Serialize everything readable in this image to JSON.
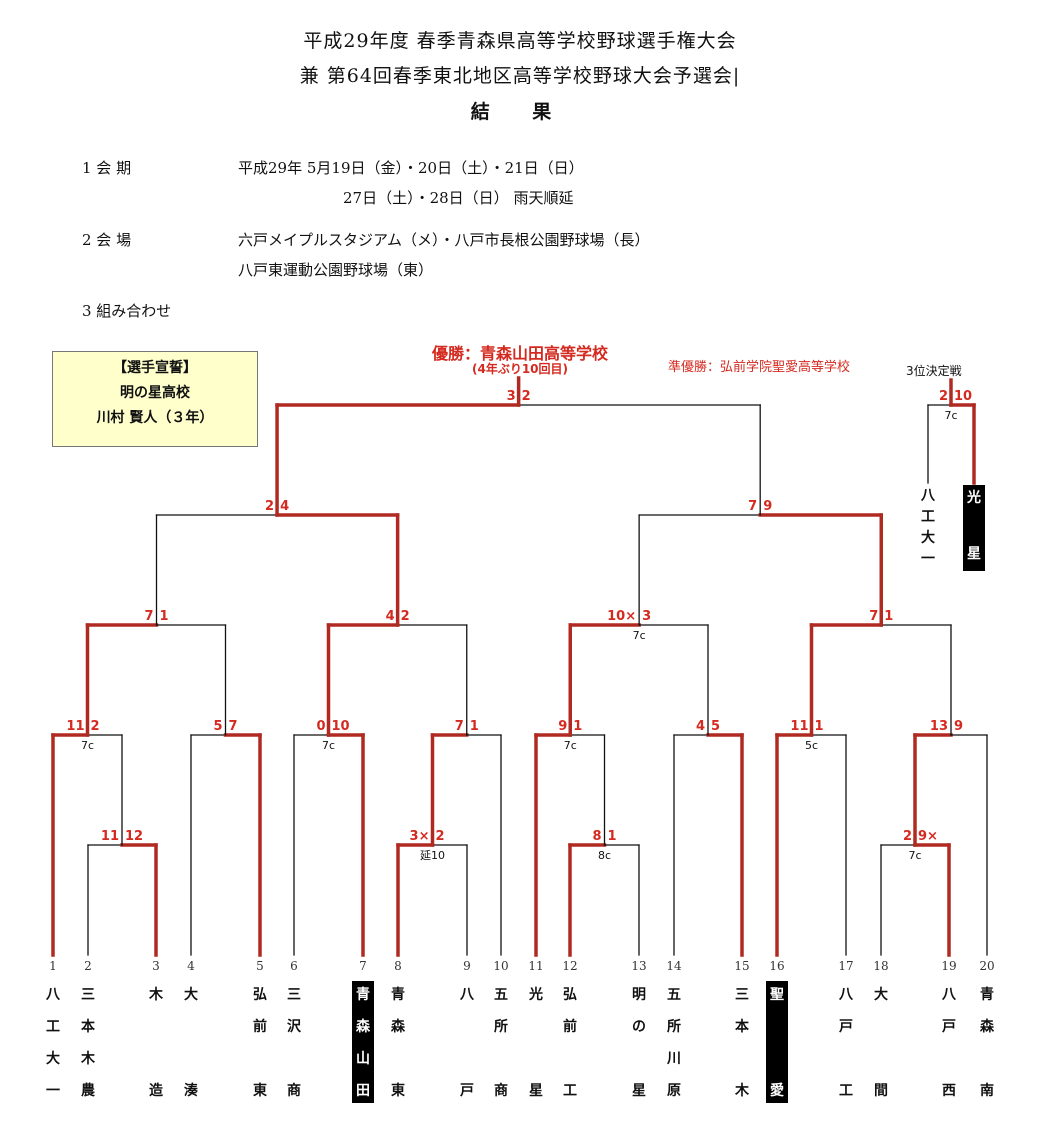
{
  "title": {
    "line1": "平成29年度 春季青森県高等学校野球選手権大会",
    "line2": "兼 第64回春季東北地区高等学校野球大会予選会|",
    "heading": "結 果"
  },
  "info": {
    "period_label": "1 会 期",
    "period_line1": "平成29年 5月19日（金）・20日（土）・21日（日）",
    "period_line2": "27日（土）・28日（日） 雨天順延",
    "venue_label": "2 会 場",
    "venue_line1": "六戸メイプルスタジアム（メ）・八戸市長根公園野球場（長）",
    "venue_line2": "八戸東運動公園野球場（東）",
    "draw_label": "3 組み合わせ"
  },
  "oath": {
    "title": "【選手宣誓】",
    "school": "明の星高校",
    "player": "川村 賢人（３年）"
  },
  "champion": {
    "label": "優勝：青森山田高等学校",
    "note": "(4年ぶり10回目)"
  },
  "runner_up": "準優勝：弘前学院聖愛高等学校",
  "third_place": {
    "label": "3位決定戦",
    "score_left": "2",
    "score_right": "10",
    "note": "7c",
    "team_left": [
      "八",
      "工",
      "大",
      "一"
    ],
    "team_right": [
      "光",
      "",
      "星"
    ]
  },
  "teams": [
    {
      "num": "1",
      "chars": [
        "八",
        "工",
        "大",
        "一"
      ]
    },
    {
      "num": "2",
      "chars": [
        "三",
        "本",
        "木",
        "農"
      ]
    },
    {
      "num": "3",
      "chars": [
        "木",
        "",
        "",
        "造"
      ]
    },
    {
      "num": "4",
      "chars": [
        "大",
        "",
        "",
        "湊"
      ]
    },
    {
      "num": "5",
      "chars": [
        "弘",
        "前",
        "",
        "東"
      ]
    },
    {
      "num": "6",
      "chars": [
        "三",
        "沢",
        "",
        "商"
      ]
    },
    {
      "num": "7",
      "chars": [
        "青",
        "森",
        "山",
        "田"
      ]
    },
    {
      "num": "8",
      "chars": [
        "青",
        "森",
        "",
        "東"
      ]
    },
    {
      "num": "9",
      "chars": [
        "八",
        "",
        "",
        "戸"
      ]
    },
    {
      "num": "10",
      "chars": [
        "五",
        "所",
        "",
        "商"
      ]
    },
    {
      "num": "11",
      "chars": [
        "光",
        "",
        "",
        "星"
      ]
    },
    {
      "num": "12",
      "chars": [
        "弘",
        "前",
        "",
        "工"
      ]
    },
    {
      "num": "13",
      "chars": [
        "明",
        "の",
        "",
        "星"
      ]
    },
    {
      "num": "14",
      "chars": [
        "五",
        "所",
        "川",
        "原"
      ]
    },
    {
      "num": "15",
      "chars": [
        "三",
        "本",
        "",
        "木"
      ]
    },
    {
      "num": "16",
      "chars": [
        "聖",
        "",
        "",
        "愛"
      ]
    },
    {
      "num": "17",
      "chars": [
        "八",
        "戸",
        "",
        "工"
      ]
    },
    {
      "num": "18",
      "chars": [
        "大",
        "",
        "",
        "間"
      ]
    },
    {
      "num": "19",
      "chars": [
        "八",
        "戸",
        "",
        "西"
      ]
    },
    {
      "num": "20",
      "chars": [
        "青",
        "森",
        "",
        "南"
      ]
    }
  ],
  "matches": [
    {
      "id": "m2_3",
      "left": "11",
      "right": "12",
      "note": ""
    },
    {
      "id": "m8_9",
      "left": "3×",
      "right": "2",
      "note": "延10"
    },
    {
      "id": "m12_13",
      "left": "8",
      "right": "1",
      "note": "8c"
    },
    {
      "id": "m18_19",
      "left": "2",
      "right": "9×",
      "note": "7c"
    },
    {
      "id": "r2_1",
      "left": "11",
      "right": "2",
      "note": "7c"
    },
    {
      "id": "r2_2",
      "left": "5",
      "right": "7",
      "note": ""
    },
    {
      "id": "r2_3",
      "left": "0",
      "right": "10",
      "note": "7c"
    },
    {
      "id": "r2_4",
      "left": "7",
      "right": "1",
      "note": ""
    },
    {
      "id": "r2_5",
      "left": "9",
      "right": "1",
      "note": "7c"
    },
    {
      "id": "r2_6",
      "left": "4",
      "right": "5",
      "note": ""
    },
    {
      "id": "r2_7",
      "left": "11",
      "right": "1",
      "note": "5c"
    },
    {
      "id": "r2_8",
      "left": "13",
      "right": "9",
      "note": ""
    },
    {
      "id": "qf1",
      "left": "7",
      "right": "1",
      "note": ""
    },
    {
      "id": "qf2",
      "left": "4",
      "right": "2",
      "note": ""
    },
    {
      "id": "qf3",
      "left": "10×",
      "right": "3",
      "note": "7c"
    },
    {
      "id": "qf4",
      "left": "7",
      "right": "1",
      "note": ""
    },
    {
      "id": "sf1",
      "left": "2",
      "right": "4",
      "note": ""
    },
    {
      "id": "sf2",
      "left": "7",
      "right": "9",
      "note": ""
    },
    {
      "id": "final",
      "left": "3",
      "right": "2",
      "note": ""
    }
  ],
  "colors": {
    "win_line": "#b02a22",
    "score": "#d42a20",
    "line": "#111111",
    "oath_bg": "#ffffcc"
  },
  "highlighted_teams": [
    "7",
    "16"
  ],
  "highlighted_third_place": "光星"
}
